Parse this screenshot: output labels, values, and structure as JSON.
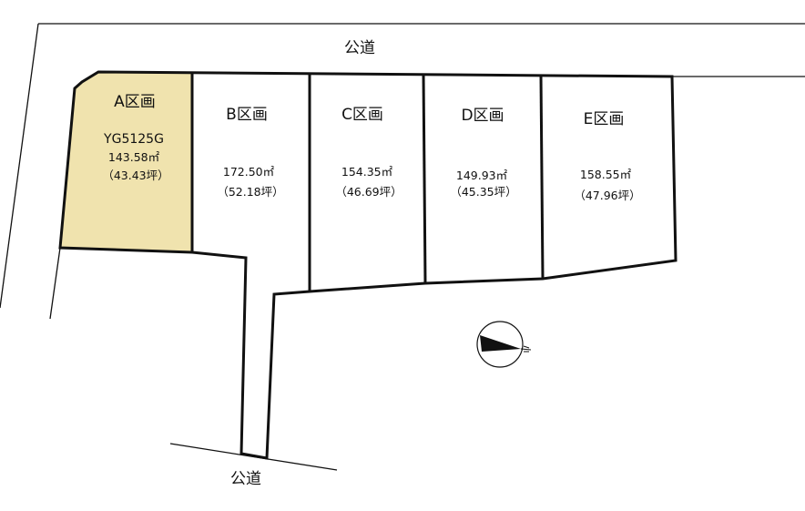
{
  "roads": {
    "top": "公道",
    "bottom": "公道"
  },
  "lots": [
    {
      "id": "A",
      "name": "A区画",
      "code": "YG5125G",
      "area": "143.58㎡",
      "tsubo": "（43.43坪）",
      "highlighted": true
    },
    {
      "id": "B",
      "name": "B区画",
      "area": "172.50㎡",
      "tsubo": "（52.18坪）",
      "highlighted": false
    },
    {
      "id": "C",
      "name": "C区画",
      "area": "154.35㎡",
      "tsubo": "（46.69坪）",
      "highlighted": false
    },
    {
      "id": "D",
      "name": "D区画",
      "area": "149.93㎡",
      "tsubo": "（45.35坪）",
      "highlighted": false
    },
    {
      "id": "E",
      "name": "E区画",
      "area": "158.55㎡",
      "tsubo": "（47.96坪）",
      "highlighted": false
    }
  ],
  "colors": {
    "highlight_fill": "#f0e3ae",
    "line": "#111111",
    "background": "#ffffff"
  },
  "icons": {
    "compass": "north-arrow-icon"
  }
}
